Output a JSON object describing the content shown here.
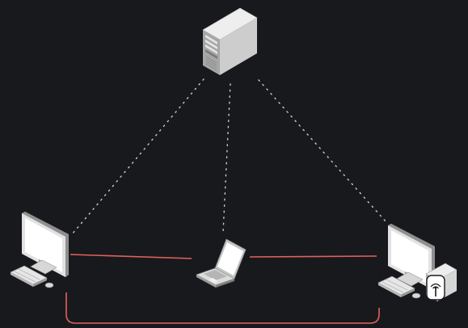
{
  "diagram": {
    "type": "network-topology",
    "background": "#18191d",
    "colors": {
      "dotted_link": "#c7cbd3",
      "solid_link": "#e0625e",
      "device_light": "#eeeeee",
      "device_mid": "#c4c4c4",
      "device_dark": "#8c8c8c",
      "screen": "#ffffff"
    },
    "nodes": [
      {
        "id": "server",
        "icon": "server-tower-icon"
      },
      {
        "id": "workstation-left",
        "icon": "desktop-computer-icon"
      },
      {
        "id": "laptop-center",
        "icon": "laptop-icon"
      },
      {
        "id": "workstation-right",
        "icon": "desktop-computer-icon"
      },
      {
        "id": "wireless-access-point",
        "icon": "wireless-access-point-icon"
      }
    ],
    "links": [
      {
        "from": "server",
        "to": "workstation-left",
        "style": "dotted"
      },
      {
        "from": "server",
        "to": "laptop-center",
        "style": "dotted"
      },
      {
        "from": "server",
        "to": "workstation-right",
        "style": "dotted"
      },
      {
        "from": "workstation-left",
        "to": "laptop-center",
        "style": "solid"
      },
      {
        "from": "laptop-center",
        "to": "workstation-right",
        "style": "solid"
      },
      {
        "from": "workstation-left",
        "to": "workstation-right",
        "style": "solid"
      }
    ]
  }
}
